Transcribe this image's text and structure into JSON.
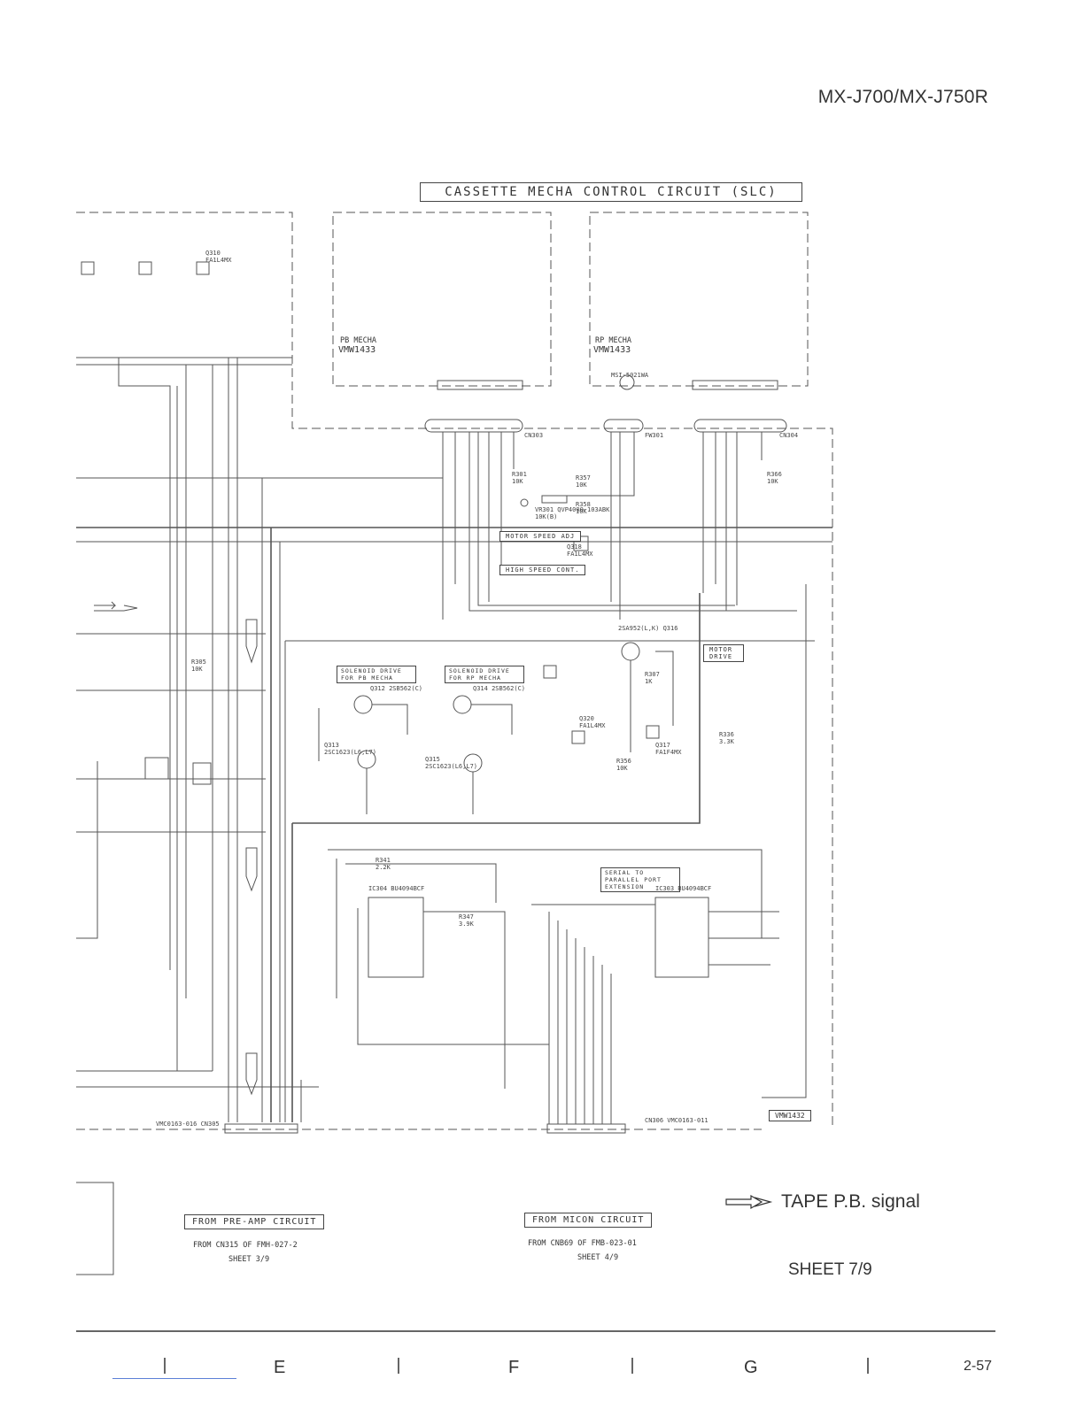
{
  "header": {
    "model": "MX-J700/MX-J750R"
  },
  "circuit": {
    "title": "CASSETTE MECHA CONTROL CIRCUIT (SLC)",
    "pb_mecha_label": "PB MECHA",
    "pb_mecha_part": "VMW1433",
    "rp_mecha_label": "RP MECHA",
    "rp_mecha_part": "VMW1433",
    "board_part": "VMW1432",
    "motor_part": "MSI-5021WA",
    "cn_rp": "CN304",
    "cn_pb": "CN303",
    "fw301": "FW301",
    "notes": {
      "solenoid_pb": "SOLENOID DRIVE FOR PB MECHA",
      "solenoid_rp": "SOLENOID DRIVE FOR RP MECHA",
      "motor_drive": "MOTOR DRIVE",
      "motor_speed": "MOTOR SPEED ADJ",
      "high_speed": "HIGH SPEED CONT.",
      "serial_parallel": "SERIAL TO PARALLEL PORT EXTENSION"
    },
    "ics": {
      "ic304": "IC304  BU4094BCF",
      "ic303": "IC303  BU4094BCF"
    },
    "transistors": {
      "q316": "2SA952(L,K) Q316",
      "q312": "Q312 2SB562(C)",
      "q314": "Q314 2SB562(C)",
      "q313": "Q313 2SC1623(L6,L7)",
      "q315": "Q315 2SC1623(L6,L7)",
      "q317": "Q317 FA1F4MX",
      "q310": "Q310 FA1L4MX",
      "q318": "Q318 FA1L4MX",
      "q320": "Q320 FA1L4MX"
    },
    "resistors": {
      "r305": "R305 10K",
      "r307": "R307 1K",
      "r357": "R357 10K",
      "r358": "R358 10K",
      "r356": "R356 10K",
      "r341": "R341 2.2K",
      "r347": "R347 3.9K",
      "r336": "R336 3.3K",
      "r301": "R301 10K",
      "r366": "R366 10K"
    },
    "trimmer": "VR301 QVP4000-103ABK 10K(B)"
  },
  "footer": {
    "legend_text": "TAPE P.B. signal",
    "from_preamp": "FROM PRE-AMP CIRCUIT",
    "from_preamp_sub": "FROM CN315 OF FMH-027-2",
    "from_preamp_sheet": "SHEET  3/9",
    "from_micon": "FROM MICON CIRCUIT",
    "from_micon_sub": "FROM CNB69 OF FMB-023-01",
    "from_micon_sheet": "SHEET  4/9",
    "sheet": "SHEET 7/9",
    "columns": [
      "E",
      "F",
      "G"
    ],
    "page": "2-57",
    "cn305": "VMC0163-016  CN305",
    "cn306": "CN306  VMC0163-011"
  }
}
